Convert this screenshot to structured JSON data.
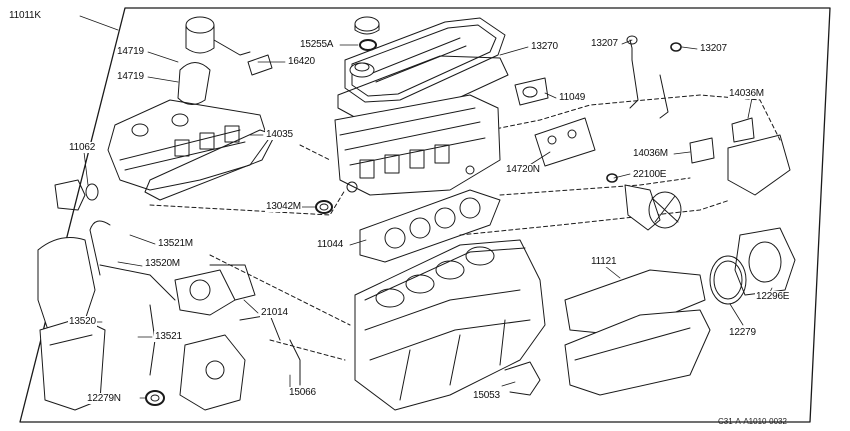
{
  "diagram": {
    "reference_code": "C31-A-A1010-0032",
    "part_labels": [
      "11011K",
      "14719",
      "14719",
      "15255A",
      "13270",
      "16420",
      "13207",
      "13207",
      "11049",
      "14036M",
      "14035",
      "11062",
      "14720N",
      "14036M",
      "22100E",
      "13042M",
      "11044",
      "13521M",
      "13520M",
      "11121",
      "21014",
      "12296E",
      "13520",
      "13521",
      "12279",
      "15066",
      "15053",
      "12279N"
    ]
  },
  "colors": {
    "line": "#1a1a1a",
    "background": "#ffffff"
  }
}
